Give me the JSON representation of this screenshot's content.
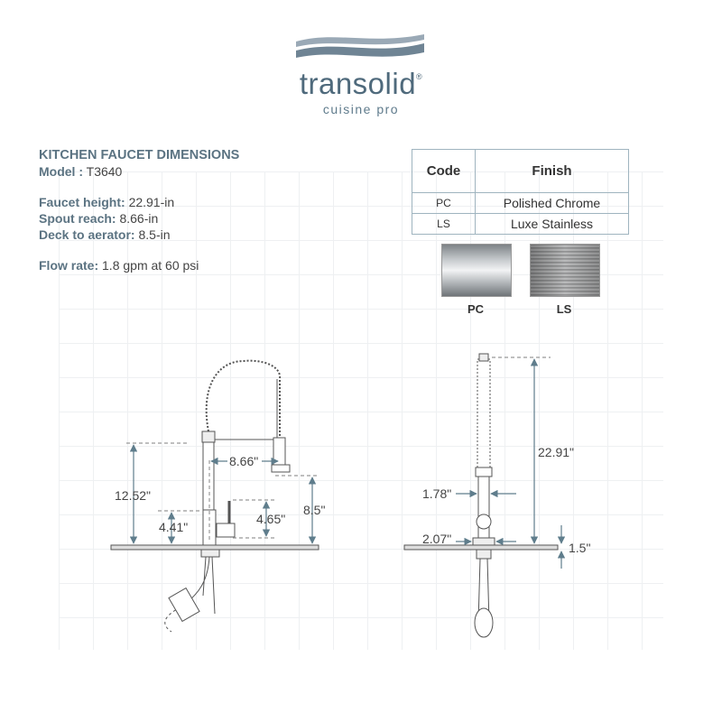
{
  "brand": {
    "name": "transolid",
    "registered": "®",
    "tagline": "cuisine pro"
  },
  "specs": {
    "title": "KITCHEN FAUCET DIMENSIONS",
    "model_label": "Model :",
    "model_value": "T3640",
    "faucet_height_label": "Faucet height:",
    "faucet_height_value": "22.91-in",
    "spout_reach_label": "Spout reach:",
    "spout_reach_value": "8.66-in",
    "deck_label": "Deck to aerator:",
    "deck_value": "8.5-in",
    "flow_label": "Flow rate:",
    "flow_value": "1.8 gpm at 60 psi"
  },
  "finish_table": {
    "headers": [
      "Code",
      "Finish"
    ],
    "rows": [
      [
        "PC",
        "Polished Chrome"
      ],
      [
        "LS",
        "Luxe Stainless"
      ]
    ]
  },
  "swatches": [
    {
      "code": "PC",
      "color": "#c7cbce"
    },
    {
      "code": "LS",
      "color": "#bfc0c1"
    }
  ],
  "side_view": {
    "spout_reach": "8.66\"",
    "height": "12.52\"",
    "base": "4.41\"",
    "handle": "4.65\"",
    "deck_to_aerator": "8.5\""
  },
  "front_view": {
    "total_height": "22.91\"",
    "body_width": "1.78\"",
    "base_width": "2.07\"",
    "deck_thickness": "1.5\""
  },
  "colors": {
    "accent": "#5b7382",
    "arrow": "#5f7d8c"
  }
}
